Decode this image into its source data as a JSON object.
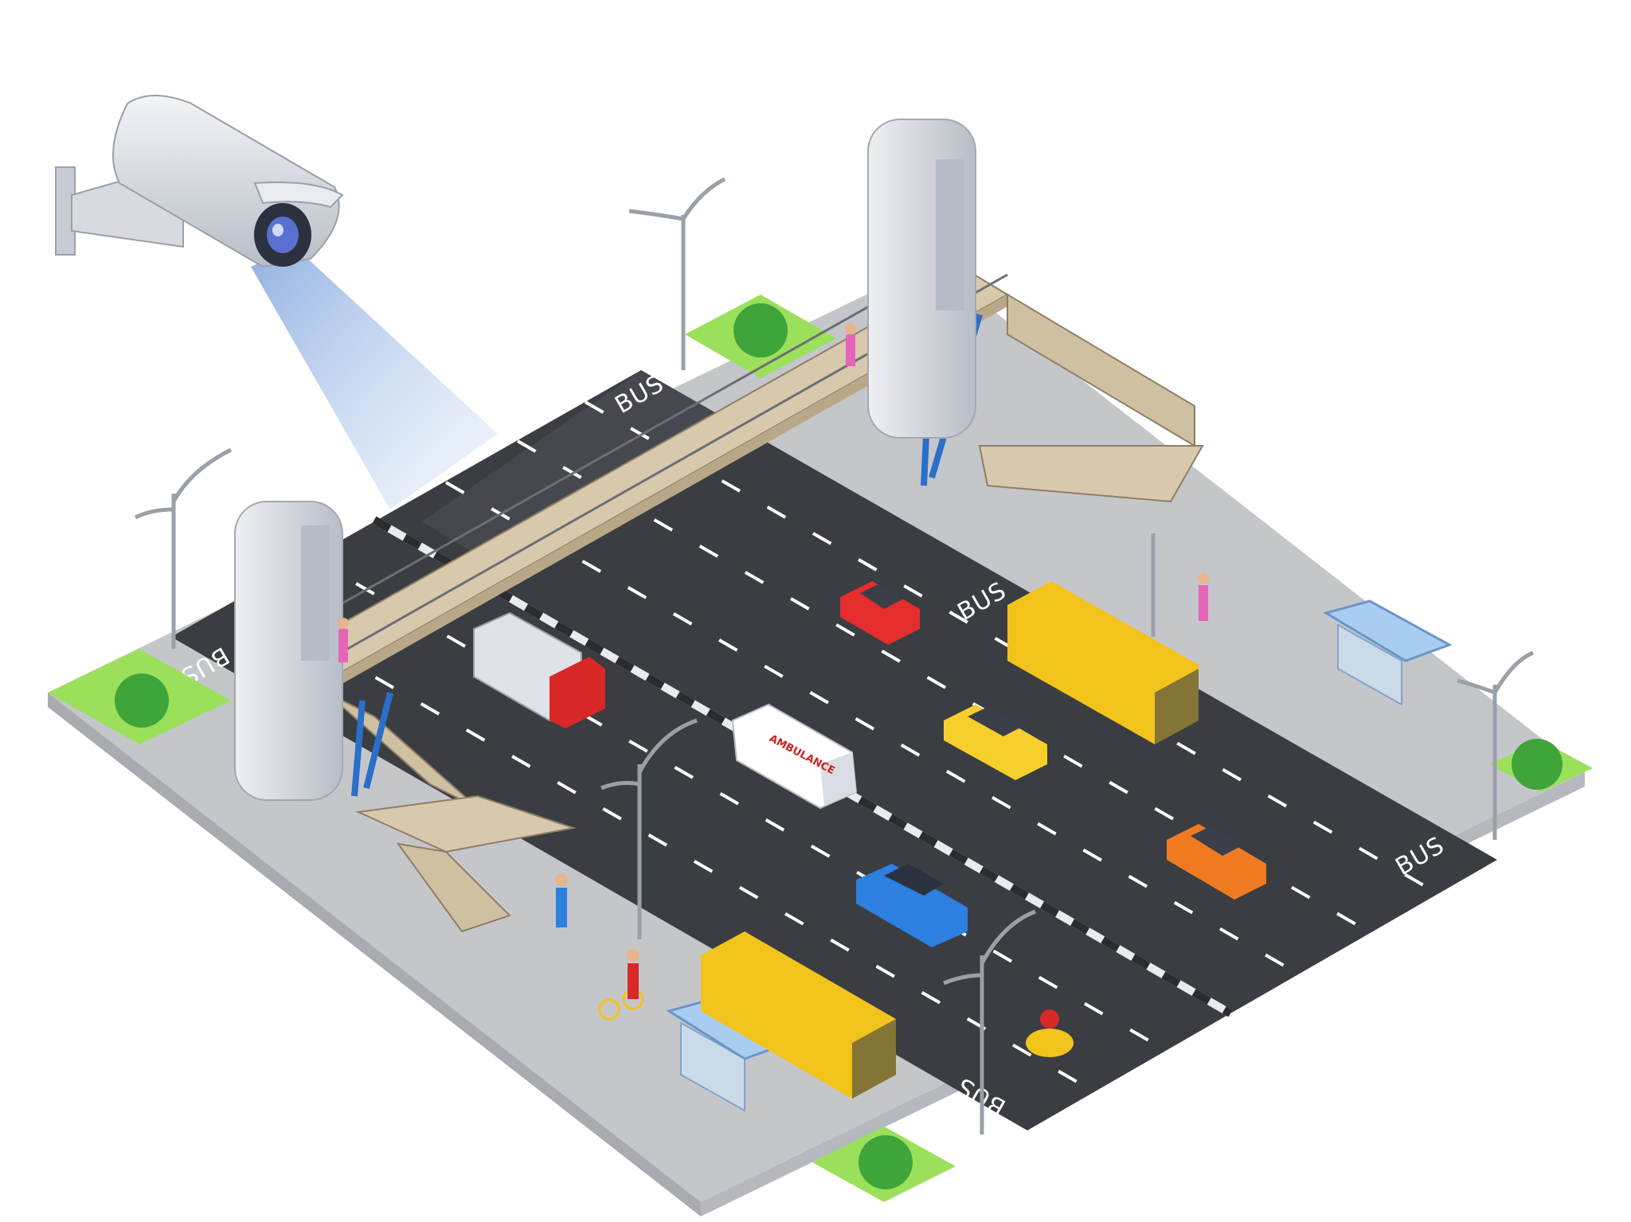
{
  "road_markings": {
    "bus_lane_1": "BUS",
    "bus_lane_2": "BUS",
    "bus_lane_3": "BUS",
    "bus_lane_4": "BUS",
    "bus_lane_5": "BUS"
  },
  "vehicles": {
    "ambulance_label": "AMBULANCE"
  },
  "colors": {
    "background": "#ffffff",
    "asphalt": "#3a3d42",
    "sidewalk": "#c9cbcf",
    "grass": "#9be05a",
    "bridge_deck": "#d8c9ad",
    "bridge_support": "#2a6fc9",
    "tower": "#d6dae0",
    "bus": "#f2c31a",
    "camera_beam": "#9fbce6"
  },
  "icons": {
    "camera": "cctv-camera-icon",
    "bridge": "pedestrian-bridge-icon",
    "bus_stop": "bus-shelter-icon",
    "street_lamp": "street-lamp-icon",
    "bush": "bush-icon",
    "car": "car-icon",
    "bus": "bus-icon",
    "truck": "truck-icon",
    "ambulance": "ambulance-icon",
    "taxi": "taxi-icon",
    "scooter": "scooter-icon",
    "pedestrian": "pedestrian-icon",
    "cyclist": "bicycle-icon"
  }
}
